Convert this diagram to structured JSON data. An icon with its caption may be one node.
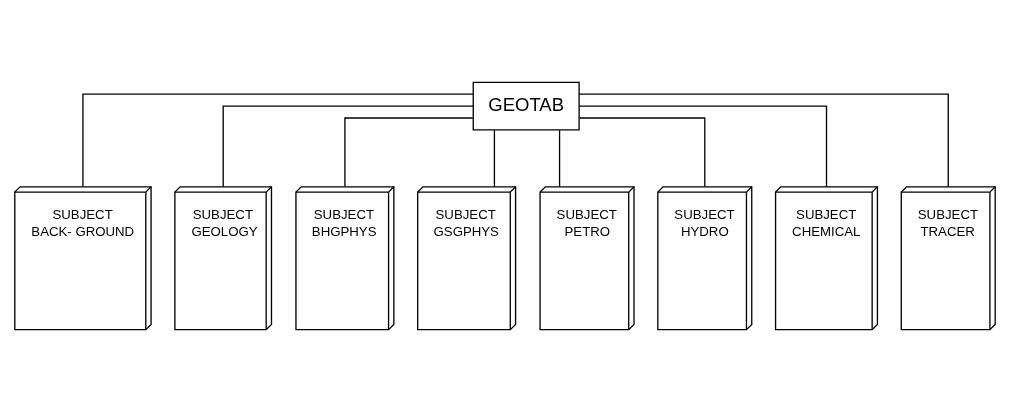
{
  "diagram": {
    "nodes": [
      {
        "text": [
          "GEOTAB"
        ]
      },
      {
        "text": [
          "SUBJECT",
          "BACK- GROUND"
        ]
      },
      {
        "text": [
          "SUBJECT",
          "GEOLOGY"
        ]
      },
      {
        "text": [
          "SUBJECT",
          "BHGPHYS"
        ]
      },
      {
        "text": [
          "SUBJECT",
          "GSGPHYS"
        ]
      },
      {
        "text": [
          "SUBJECT",
          "PETRO"
        ]
      },
      {
        "text": [
          "SUBJECT",
          "HYDRO"
        ]
      },
      {
        "text": [
          "SUBJECT",
          "CHEMICAL"
        ]
      },
      {
        "text": [
          "SUBJECT",
          "TRACER"
        ]
      }
    ],
    "edges": [
      {
        "from": 0,
        "to": 1,
        "arrow": "none"
      },
      {
        "from": 0,
        "to": 2,
        "arrow": "none"
      },
      {
        "from": 0,
        "to": 3,
        "arrow": "none"
      },
      {
        "from": 0,
        "to": 4,
        "arrow": "none"
      },
      {
        "from": 0,
        "to": 5,
        "arrow": "none"
      },
      {
        "from": 0,
        "to": 6,
        "arrow": "none"
      },
      {
        "from": 0,
        "to": 7,
        "arrow": "none"
      },
      {
        "from": 0,
        "to": 8,
        "arrow": "none"
      }
    ]
  }
}
